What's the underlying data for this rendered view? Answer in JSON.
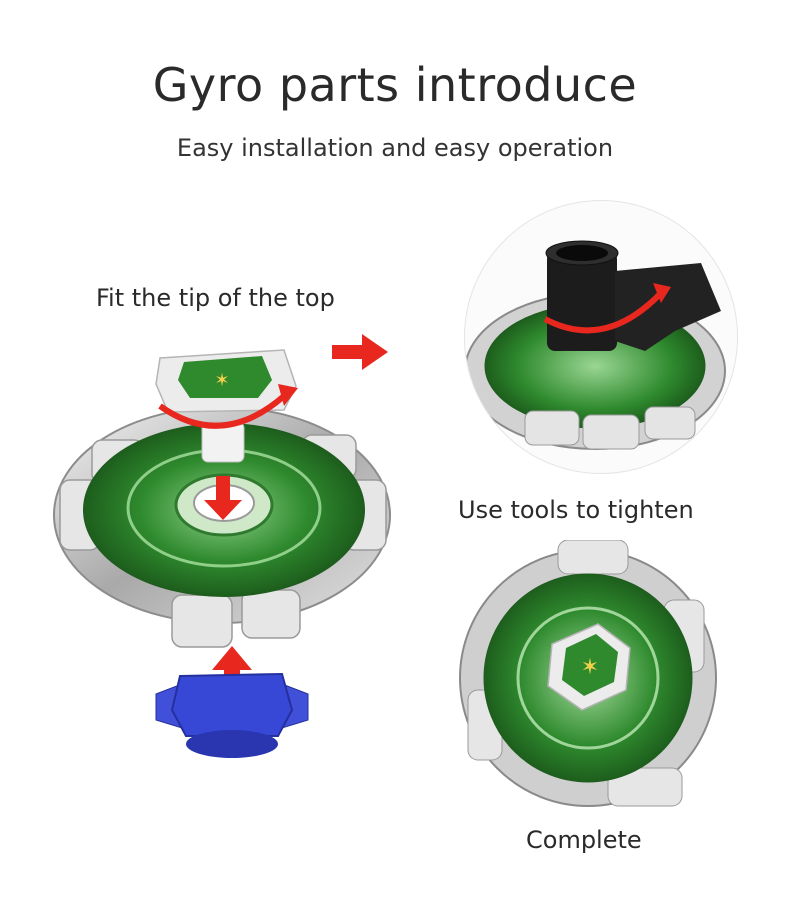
{
  "header": {
    "title": "Gyro parts introduce",
    "subtitle": "Easy installation and easy operation"
  },
  "steps": {
    "fit_tip": "Fit the tip of the top",
    "use_tools": "Use tools to tighten",
    "complete": "Complete"
  },
  "colors": {
    "arrow": "#e8271f",
    "ring_green": "#2f8a2e",
    "metal": "#c9c9c9",
    "tip_blue": "#3040c8",
    "tool_black": "#1c1c1c"
  },
  "icons": {
    "direction_arrow": "right-arrow-icon",
    "insert_arrow_down": "down-arrow-icon",
    "insert_arrow_up": "up-arrow-icon",
    "rotate_arrow": "rotate-arrow-icon"
  }
}
